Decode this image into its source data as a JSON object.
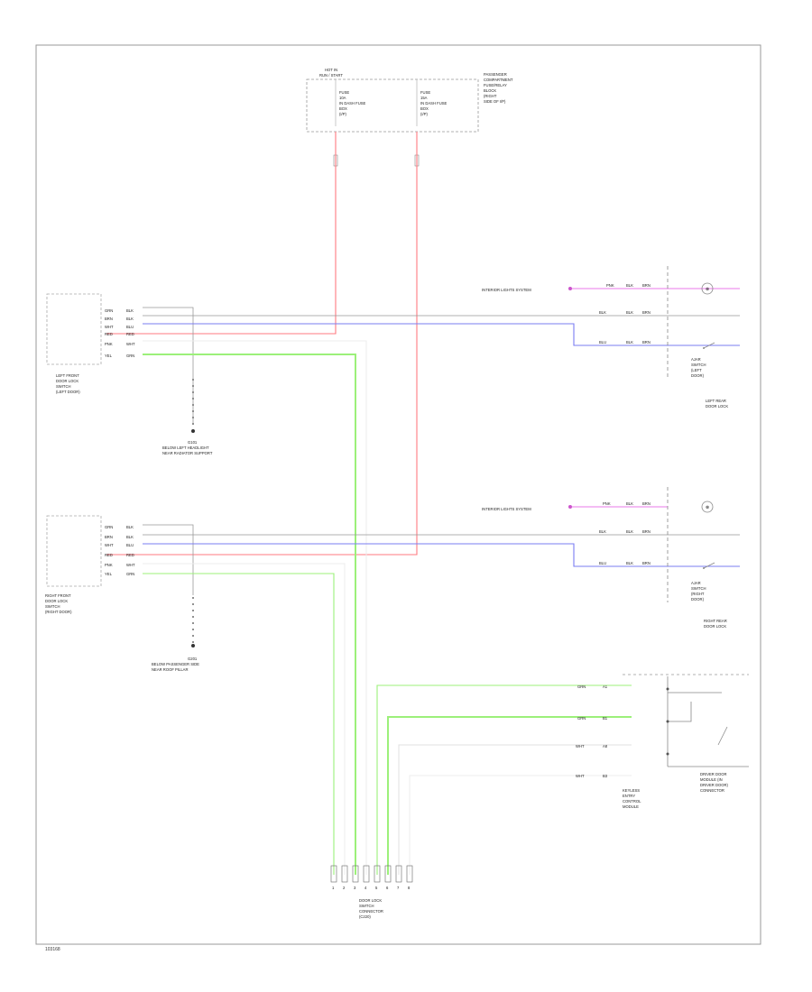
{
  "top_module": {
    "title_line1": "HOT IN",
    "title_line2": "RUN / START",
    "fuse_a": [
      "FUSE",
      "10A",
      "IN DASH FUSE",
      "BOX",
      "(I/P)"
    ],
    "fuse_b": [
      "FUSE",
      "15A",
      "IN DASH FUSE",
      "BOX",
      "(I/P)"
    ],
    "side_label": [
      "PASSENGER",
      "COMPARTMENT",
      "FUSE/RELAY",
      "BLOCK",
      "(RIGHT",
      "SIDE OF I/P)"
    ]
  },
  "left_front_module": {
    "label": [
      "LEFT FRONT",
      "DOOR LOCK",
      "SWITCH",
      "(LEFT DOOR)"
    ],
    "pins": [
      "GRN",
      "BRN",
      "WHT",
      "RED",
      "PNK",
      "YEL"
    ],
    "wire_colors": [
      "BLK",
      "BLK",
      "BLU",
      "RED",
      "WHT",
      "GRN"
    ]
  },
  "right_front_module": {
    "label": [
      "RIGHT FRONT",
      "DOOR LOCK",
      "SWITCH",
      "(RIGHT DOOR)"
    ],
    "pins": [
      "GRN",
      "BRN",
      "WHT",
      "RED",
      "PNK",
      "YEL"
    ],
    "wire_colors": [
      "BLK",
      "BLK",
      "BLU",
      "RED",
      "WHT",
      "GRN"
    ]
  },
  "ground_left": {
    "label_line1": "G101",
    "label_line2": "BELOW LEFT HEADLIGHT",
    "label_line3": "NEAR RADIATOR SUPPORT"
  },
  "ground_right": {
    "label_line1": "G201",
    "label_line2": "BELOW PASSENGER SIDE",
    "label_line3": "NEAR ROOF PILLAR"
  },
  "left_rear": {
    "feed_label": "INTERIOR LIGHTS SYSTEM",
    "wire_top": [
      "PNK",
      "BLK",
      "BRN"
    ],
    "wire_mid": [
      "BLK",
      "BLK",
      "BRN"
    ],
    "wire_bot": [
      "BLU",
      "BLK",
      "BRN"
    ],
    "switch_label": [
      "AJAR",
      "SWITCH",
      "(LEFT",
      "DOOR)"
    ],
    "bottom_label": [
      "LEFT REAR",
      "DOOR LOCK"
    ]
  },
  "right_rear": {
    "feed_label": "INTERIOR LIGHTS SYSTEM",
    "wire_top": [
      "PNK",
      "BLK",
      "BRN"
    ],
    "wire_mid": [
      "BLK",
      "BLK",
      "BRN"
    ],
    "wire_bot": [
      "BLU",
      "BLK",
      "BRN"
    ],
    "switch_label": [
      "AJAR",
      "SWITCH",
      "(RIGHT",
      "DOOR)"
    ],
    "bottom_label": [
      "RIGHT REAR",
      "DOOR LOCK"
    ]
  },
  "relay_block": {
    "wires": [
      {
        "color": "GRN",
        "pin": "A1"
      },
      {
        "color": "GRN",
        "pin": "B1"
      },
      {
        "color": "WHT",
        "pin": "A8"
      },
      {
        "color": "WHT",
        "pin": "B3"
      }
    ],
    "label": [
      "KEYLESS",
      "ENTRY",
      "CONTROL",
      "MODULE"
    ],
    "side_label": [
      "DRIVER DOOR",
      "MODULE (IN",
      "DRIVER DOOR)",
      "CONNECTOR"
    ]
  },
  "bottom_connector": {
    "pins": [
      "1",
      "2",
      "3",
      "4",
      "5",
      "6",
      "7",
      "8"
    ],
    "label": [
      "DOOR LOCK",
      "SWITCH",
      "CONNECTOR",
      "(C220)"
    ]
  },
  "footer": {
    "code": "103168"
  },
  "colors": {
    "red": "#ff7a80",
    "green": "#9cf07a",
    "blue": "#7a7cf2",
    "pink": "#e87ae8",
    "black": "#888888"
  }
}
